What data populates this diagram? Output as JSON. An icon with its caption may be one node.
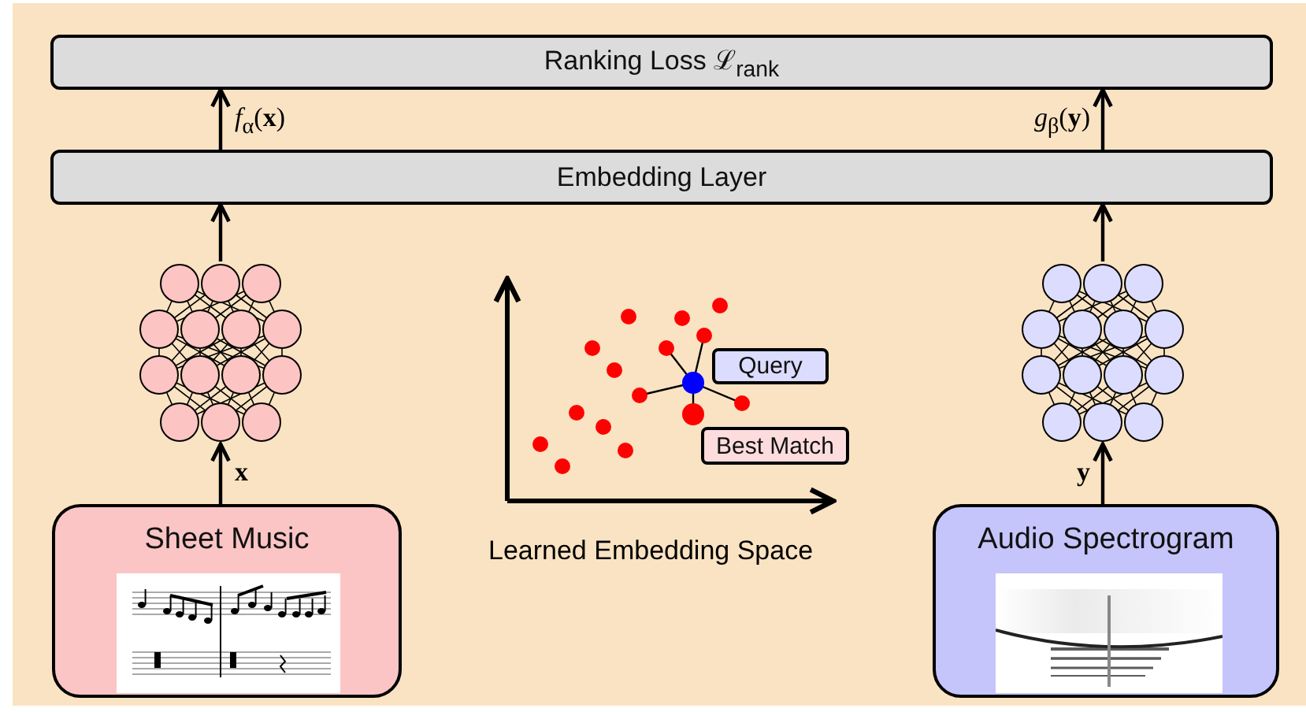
{
  "diagram": {
    "nodes": [
      {
        "text": [
          "Ranking Loss ℒ$_{rank}$"
        ]
      },
      {
        "text": [
          "Embedding Layer"
        ]
      },
      {
        "text": [],
        "shape": "picture"
      },
      {
        "text": [],
        "shape": "picture"
      },
      {
        "text": [
          "Sheet Music"
        ]
      },
      {
        "text": [
          "Audio Spectrogram"
        ]
      },
      {
        "text": [
          "Query"
        ]
      },
      {
        "text": [
          "Best Match"
        ]
      }
    ],
    "edges": [
      {
        "from": 4,
        "to": 2,
        "arrow": "to",
        "label": "x"
      },
      {
        "from": 2,
        "to": 1,
        "arrow": "to"
      },
      {
        "from": 1,
        "to": 0,
        "arrow": "to",
        "label": "*f*$_{α}$(**x**)"
      },
      {
        "from": 5,
        "to": 3,
        "arrow": "to",
        "label": "y"
      },
      {
        "from": 3,
        "to": 1,
        "arrow": "to"
      },
      {
        "from": 1,
        "to": 0,
        "arrow": "to",
        "label": "*g*$_{β}$(**y**)"
      }
    ],
    "labels": [
      "Learned Embedding Space"
    ]
  }
}
